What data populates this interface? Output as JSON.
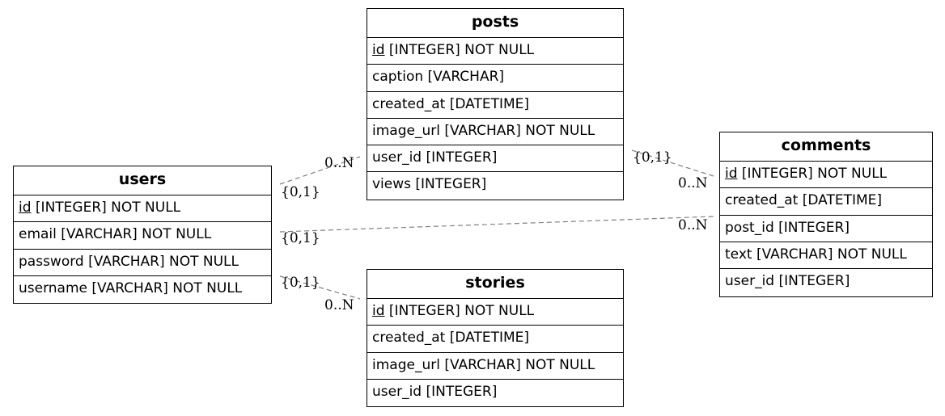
{
  "entities": {
    "users": {
      "title": "users",
      "rows": [
        {
          "key": "id",
          "rest": " [INTEGER] NOT NULL"
        },
        {
          "key": "",
          "rest": "email [VARCHAR] NOT NULL"
        },
        {
          "key": "",
          "rest": "password [VARCHAR] NOT NULL"
        },
        {
          "key": "",
          "rest": "username [VARCHAR] NOT NULL"
        }
      ]
    },
    "posts": {
      "title": "posts",
      "rows": [
        {
          "key": "id",
          "rest": " [INTEGER] NOT NULL"
        },
        {
          "key": "",
          "rest": "caption [VARCHAR]"
        },
        {
          "key": "",
          "rest": "created_at [DATETIME]"
        },
        {
          "key": "",
          "rest": "image_url [VARCHAR] NOT NULL"
        },
        {
          "key": "",
          "rest": "user_id [INTEGER]"
        },
        {
          "key": "",
          "rest": "views [INTEGER]"
        }
      ]
    },
    "stories": {
      "title": "stories",
      "rows": [
        {
          "key": "id",
          "rest": " [INTEGER] NOT NULL"
        },
        {
          "key": "",
          "rest": "created_at [DATETIME]"
        },
        {
          "key": "",
          "rest": "image_url [VARCHAR] NOT NULL"
        },
        {
          "key": "",
          "rest": "user_id [INTEGER]"
        }
      ]
    },
    "comments": {
      "title": "comments",
      "rows": [
        {
          "key": "id",
          "rest": " [INTEGER] NOT NULL"
        },
        {
          "key": "",
          "rest": "created_at [DATETIME]"
        },
        {
          "key": "",
          "rest": "post_id [INTEGER]"
        },
        {
          "key": "",
          "rest": "text [VARCHAR] NOT NULL"
        },
        {
          "key": "",
          "rest": "user_id [INTEGER]"
        }
      ]
    }
  },
  "relations": [
    {
      "from": "users",
      "to": "posts",
      "from_card": "{0,1}",
      "to_card": "0..N"
    },
    {
      "from": "users",
      "to": "comments",
      "from_card": "{0,1}",
      "to_card": "0..N"
    },
    {
      "from": "users",
      "to": "stories",
      "from_card": "{0,1}",
      "to_card": "0..N"
    },
    {
      "from": "posts",
      "to": "comments",
      "from_card": "{0,1}",
      "to_card": "0..N"
    }
  ],
  "style": {
    "edge_color": "#808080",
    "border_color": "#000000"
  }
}
